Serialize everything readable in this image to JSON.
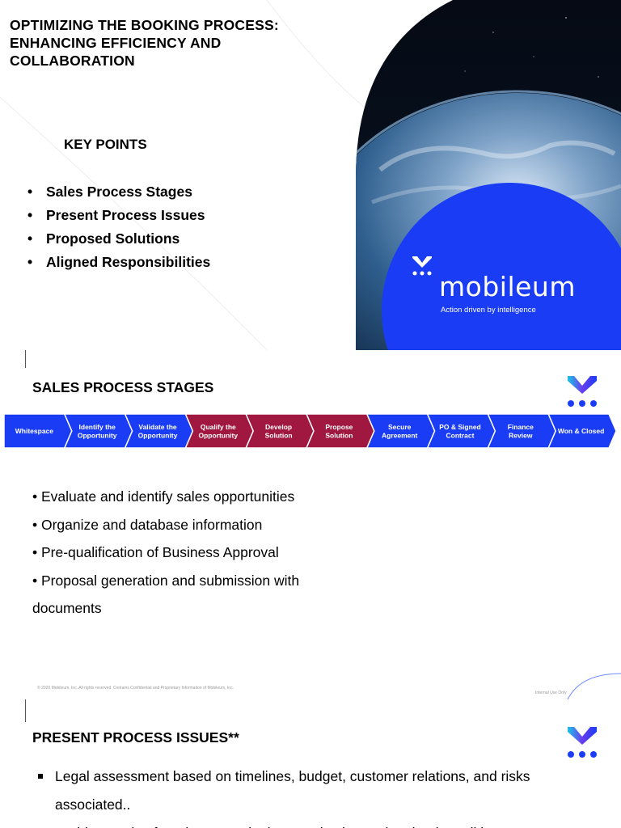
{
  "slide1": {
    "title": "OPTIMIZING THE BOOKING PROCESS: ENHANCING EFFICIENCY AND COLLABORATION",
    "key_points_title": "KEY POINTS",
    "key_points": [
      "Sales Process Stages",
      "Present Process Issues",
      "Proposed Solutions",
      "Aligned Responsibilities"
    ],
    "brand": {
      "name": "mobileum",
      "tagline": "Action driven by intelligence",
      "blue": "#1a3cf5"
    }
  },
  "slide2": {
    "title": "SALES PROCESS STAGES",
    "stages": [
      {
        "label": "Whitespace",
        "color": "#1a3cf5"
      },
      {
        "label": "Identify the Opportunity",
        "color": "#1a3cf5"
      },
      {
        "label": "Validate the Opportunity",
        "color": "#1a3cf5"
      },
      {
        "label": "Qualify the Opportunity",
        "color": "#a0173f"
      },
      {
        "label": "Develop Solution",
        "color": "#a0173f"
      },
      {
        "label": "Propose Solution",
        "color": "#a0173f"
      },
      {
        "label": "Secure Agreement",
        "color": "#1a3cf5"
      },
      {
        "label": "PO & Signed Contract",
        "color": "#1a3cf5"
      },
      {
        "label": "Finance Review",
        "color": "#1a3cf5"
      },
      {
        "label": "Won & Closed",
        "color": "#1a3cf5"
      }
    ],
    "bullets": [
      "• Evaluate and identify sales opportunities",
      "• Organize and database information",
      "• Pre-qualification of Business Approval",
      "• Proposal generation and submission with documents"
    ],
    "footer": "© 2020 Mobileum, Inc. All rights reserved. Contains Confidential and Proprietary Information of Mobileum, Inc.",
    "internal": "Internal Use Only"
  },
  "slide3": {
    "title": "PRESENT PROCESS ISSUES**",
    "issues": [
      "Legal assessment based on timelines, budget, customer relations, and risks associated..",
      "Problems arise from incorrect deal type selection and omitted conditions"
    ]
  }
}
